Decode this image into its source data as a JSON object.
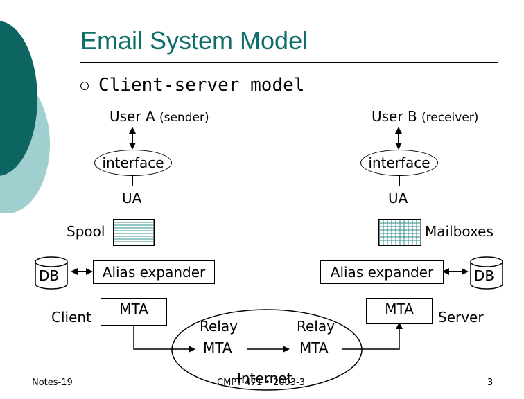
{
  "slide": {
    "title": "Email System Model",
    "bullet": "Client-server model",
    "footer_left": "Notes-19",
    "footer_center": "CMPT 471 • 2003-3",
    "page_number": "3"
  },
  "diagram": {
    "user_a": "User A",
    "user_a_role": "(sender)",
    "user_b": "User B",
    "user_b_role": "(receiver)",
    "interface_left": "interface",
    "interface_right": "interface",
    "ua_left": "UA",
    "ua_right": "UA",
    "spool": "Spool",
    "mailboxes": "Mailboxes",
    "db_left": "DB",
    "db_right": "DB",
    "alias_left": "Alias expander",
    "alias_right": "Alias expander",
    "client": "Client",
    "server": "Server",
    "mta_left": "MTA",
    "mta_right": "MTA",
    "relay_left": "Relay",
    "relay_right": "Relay",
    "relay_mta_left": "MTA",
    "relay_mta_right": "MTA",
    "internet": "Internet"
  }
}
